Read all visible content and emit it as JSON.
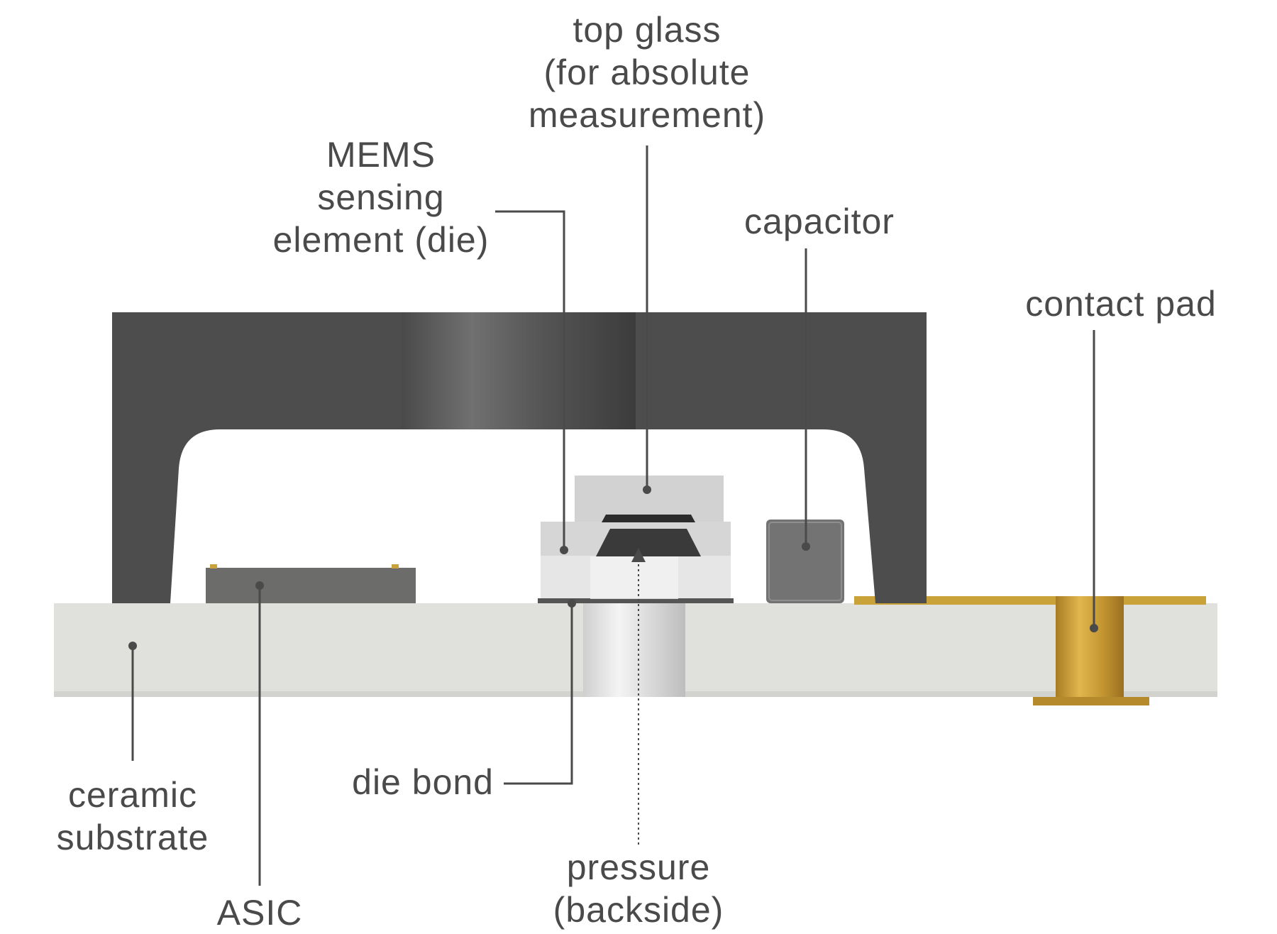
{
  "colors": {
    "cap_housing": "#4d4d4d",
    "cap_port": "#6a6a6a",
    "ceramic": "#e0e0dc",
    "asic": "#6c6c6a",
    "glass": "#d2d2d2",
    "mems": "#e6e6e6",
    "capacitor": "#737373",
    "contact_pad": "#c9a23a",
    "leader": "#4a4a4a",
    "text": "#4a4a4a"
  },
  "labels": {
    "top_glass": [
      "top glass",
      "(for absolute",
      "measurement)"
    ],
    "mems": [
      "MEMS",
      "sensing",
      "element (die)"
    ],
    "capacitor": [
      "capacitor"
    ],
    "contact_pad": [
      "contact pad"
    ],
    "ceramic": [
      "ceramic",
      "substrate"
    ],
    "asic": [
      "ASIC"
    ],
    "die_bond": [
      "die bond"
    ],
    "pressure": [
      "pressure",
      "(backside)"
    ]
  }
}
